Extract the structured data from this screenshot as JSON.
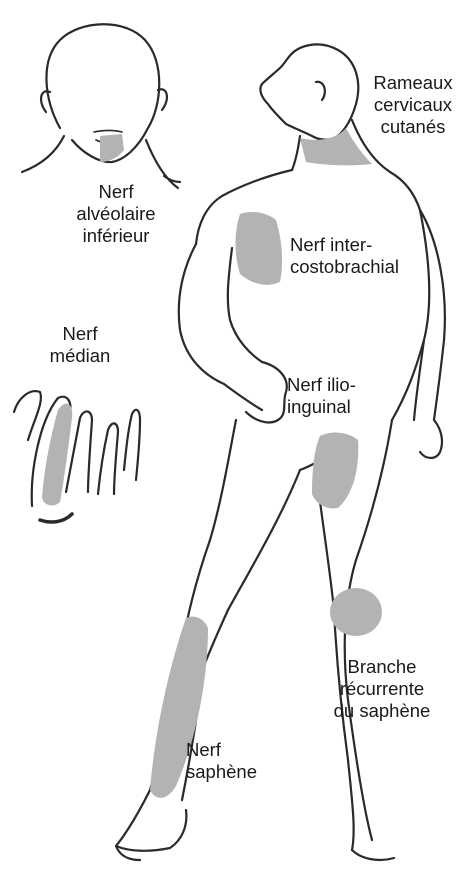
{
  "colors": {
    "outline": "#2a2a2a",
    "shade": "#b3b3b3",
    "background": "#ffffff"
  },
  "labels": {
    "cervical": [
      "Rameaux",
      "cervicaux",
      "cutanés"
    ],
    "alveolar": [
      "Nerf",
      "alvéolaire",
      "inférieur"
    ],
    "intercosto": [
      "Nerf inter-",
      "costobrachial"
    ],
    "median": [
      "Nerf",
      "médian"
    ],
    "ilio": [
      "Nerf ilio-",
      "inguinal"
    ],
    "recurrent": [
      "Branche",
      "récurrente",
      "du saphène"
    ],
    "saphenous": [
      "Nerf",
      "saphène"
    ]
  }
}
